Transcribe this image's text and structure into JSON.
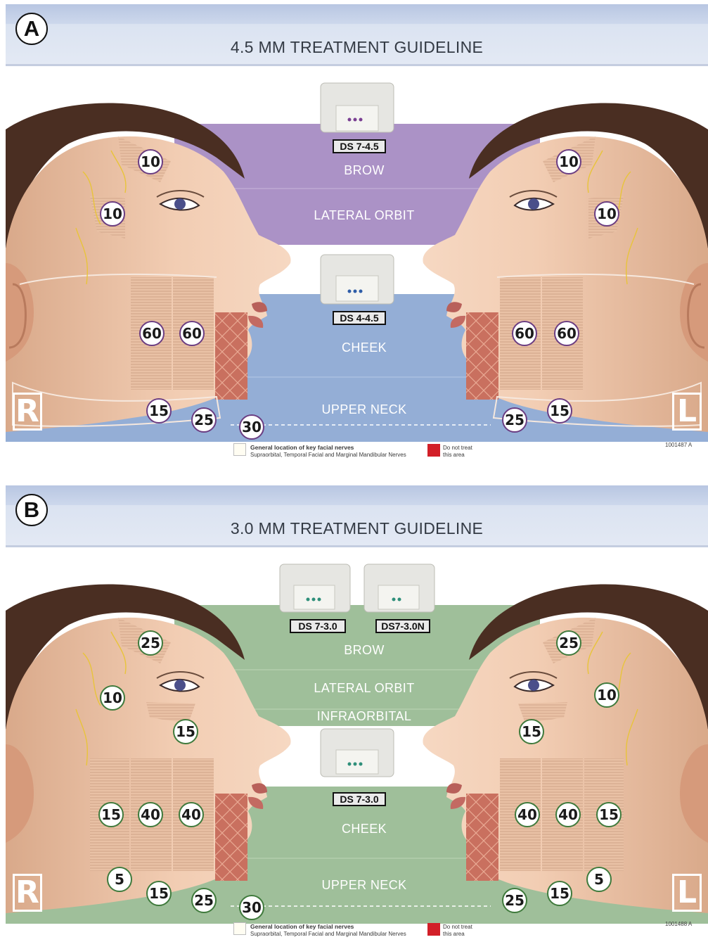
{
  "panel_a": {
    "letter": "A",
    "title": "4.5 MM TREATMENT GUIDELINE",
    "transducers": [
      "DS 7-4.5",
      "DS 4-4.5"
    ],
    "zones": [
      "BROW",
      "LATERAL ORBIT",
      "CHEEK",
      "UPPER NECK"
    ],
    "side_left": "R",
    "side_right": "L",
    "right_face_doses": {
      "brow": "10",
      "lateral_orbit": "10",
      "cheek_1": "60",
      "cheek_2": "60",
      "neck_1": "15",
      "neck_2": "25",
      "neck_3": "30"
    },
    "left_face_doses": {
      "brow": "10",
      "lateral_orbit": "10",
      "cheek_1": "60",
      "cheek_2": "60",
      "neck_1": "25",
      "neck_2": "15"
    },
    "legend_title": "General location of key facial nerves",
    "legend_sub": "Supraorbital, Temporal Facial and Marginal Mandibular Nerves",
    "legend_red": [
      "Do not treat",
      "this area"
    ],
    "ref_code": "1001487 A",
    "colors": {
      "brow_zone": "#ab92c6",
      "cheek_zone": "#94aed6",
      "dose_ring": "#6b3d82"
    }
  },
  "panel_b": {
    "letter": "B",
    "title": "3.0 MM TREATMENT GUIDELINE",
    "transducers": [
      "DS 7-3.0",
      "DS7-3.0N",
      "DS 7-3.0"
    ],
    "zones": [
      "BROW",
      "LATERAL ORBIT",
      "INFRAORBITAL",
      "CHEEK",
      "UPPER NECK"
    ],
    "side_left": "R",
    "side_right": "L",
    "right_face_doses": {
      "brow": "25",
      "lateral_orbit": "10",
      "infraorbital": "15",
      "cheek_1": "15",
      "cheek_2": "40",
      "cheek_3": "40",
      "neck_1": "5",
      "neck_2": "15",
      "neck_3": "25",
      "neck_4": "30"
    },
    "left_face_doses": {
      "brow": "25",
      "lateral_orbit": "10",
      "infraorbital": "15",
      "cheek_1": "40",
      "cheek_2": "40",
      "cheek_3": "15",
      "neck_1": "5",
      "neck_2": "15",
      "neck_3": "25"
    },
    "legend_title": "General location of key facial nerves",
    "legend_sub": "Supraorbital, Temporal Facial and Marginal Mandibular Nerves",
    "legend_red": [
      "Do not treat",
      "this area"
    ],
    "ref_code": "1001488 A",
    "colors": {
      "zone": "#9fbf9a",
      "dose_ring": "#3f7a3c"
    }
  }
}
